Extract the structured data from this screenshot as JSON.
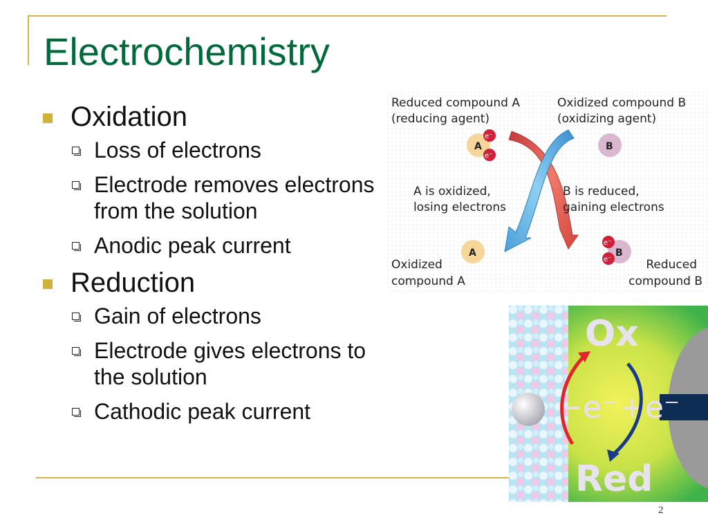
{
  "slide": {
    "title": "Electrochemistry",
    "page_number": "2",
    "sections": [
      {
        "heading": "Oxidation",
        "items": [
          "Loss of electrons",
          "Electrode removes electrons from the solution",
          "Anodic peak current"
        ]
      },
      {
        "heading": "Reduction",
        "items": [
          "Gain of electrons",
          "Electrode gives electrons to the solution",
          "Cathodic peak current"
        ]
      }
    ]
  },
  "diagram": {
    "label_reduced_a_1": "Reduced compound A",
    "label_reduced_a_2": "(reducing agent)",
    "label_oxidized_b_1": "Oxidized compound B",
    "label_oxidized_b_2": "(oxidizing agent)",
    "a_oxidized_1": "A is oxidized,",
    "a_oxidized_2": "losing electrons",
    "b_reduced_1": "B is reduced,",
    "b_reduced_2": "gaining electrons",
    "label_oxidized_a_1": "Oxidized",
    "label_oxidized_a_2": "compound A",
    "label_reduced_b_1": "Reduced",
    "label_reduced_b_2": "compound B",
    "atom_a": "A",
    "atom_b": "B",
    "electron": "e⁻"
  },
  "photo": {
    "ox": "Ox",
    "red": "Red",
    "minus_e": "−e⁻",
    "plus_e": "+e⁻"
  },
  "colors": {
    "title_green": "#006a3a",
    "accent_gold": "#d8b24a",
    "arrow_red": "#e0524a",
    "arrow_blue": "#55a8dc"
  }
}
